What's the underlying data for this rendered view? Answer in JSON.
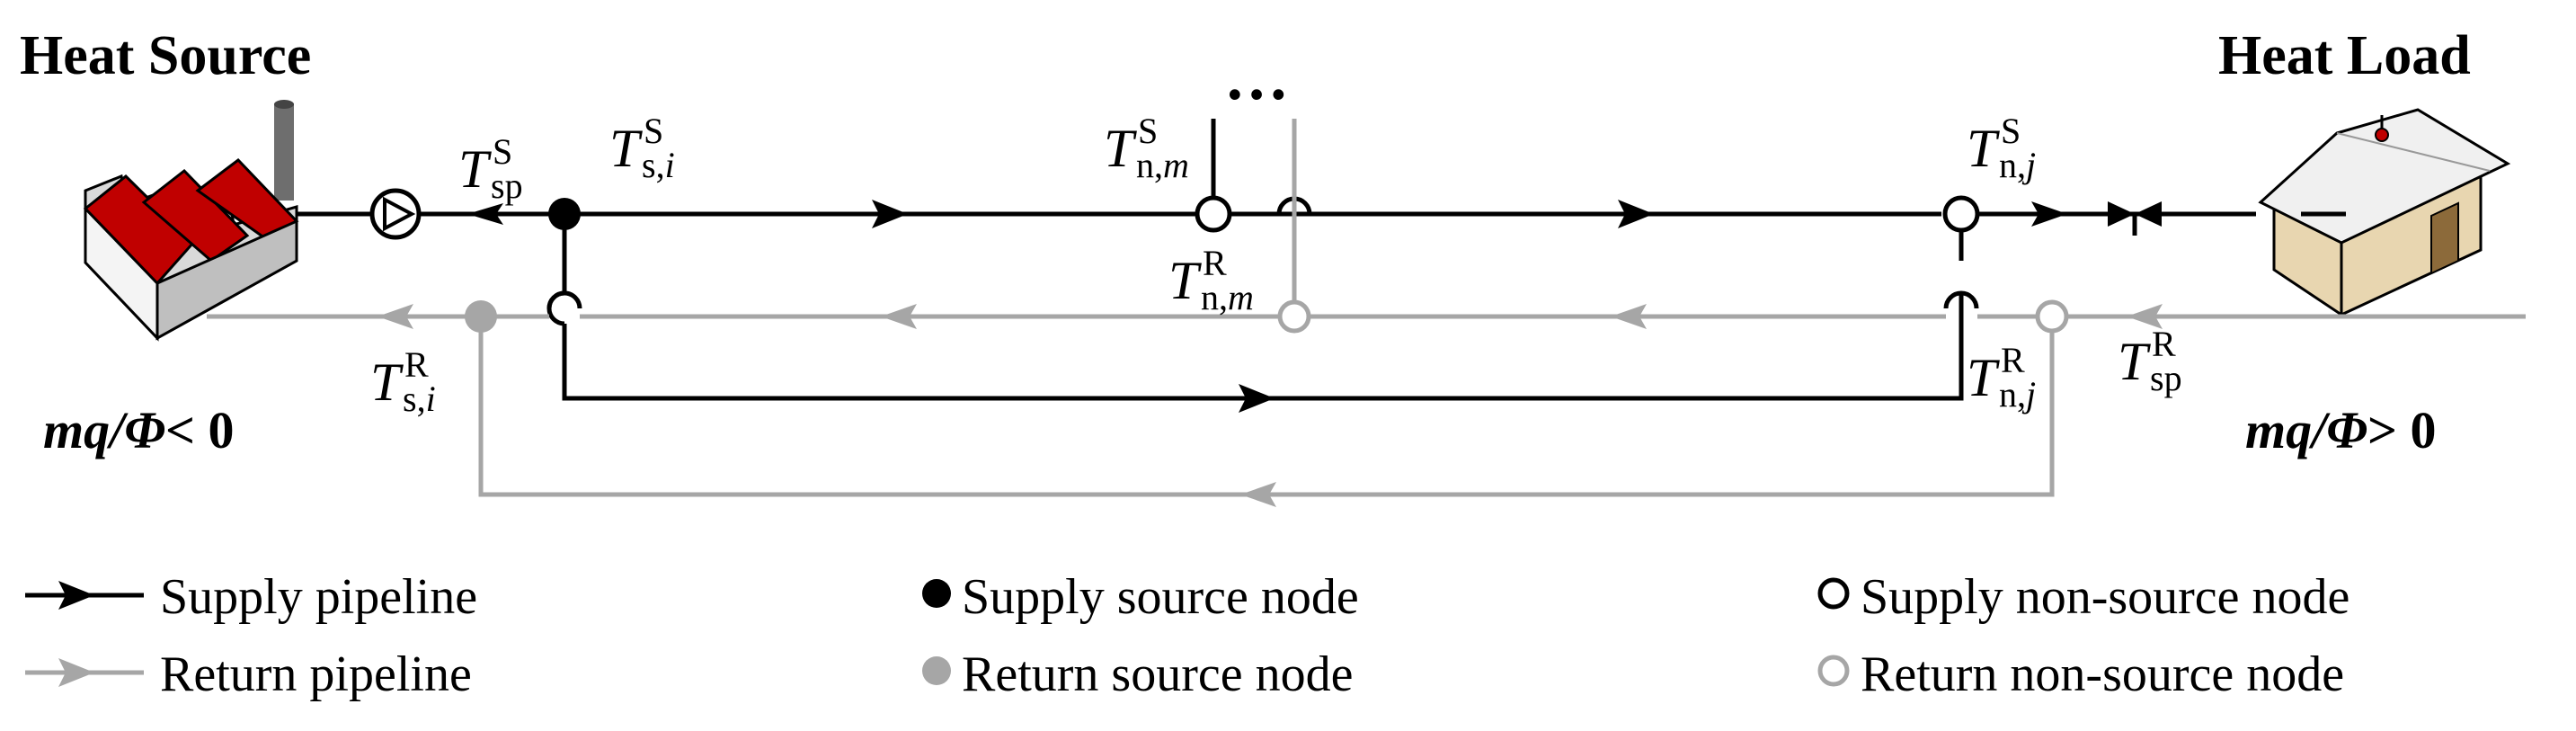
{
  "colors": {
    "supply": "#000000",
    "return": "#a6a6a6",
    "roof": "#c00000",
    "house_wall": "#e8d6b0",
    "house_roof": "#f0f0f0",
    "chimney": "#6e6e6e"
  },
  "titles": {
    "source": "Heat Source",
    "load": "Heat Load"
  },
  "conditions": {
    "source": {
      "main": "mq/Φ",
      "rest": "< 0"
    },
    "load": {
      "main": "mq/Φ",
      "rest": "> 0"
    }
  },
  "dots": "…",
  "temperature_labels": {
    "t_sp_s": {
      "base": "T",
      "sup": "S",
      "sub": "sp",
      "sub_italic": ""
    },
    "t_s_i_s": {
      "base": "T",
      "sup": "S",
      "sub": "s,",
      "sub_italic": "i"
    },
    "t_n_m_s": {
      "base": "T",
      "sup": "S",
      "sub": "n,",
      "sub_italic": "m"
    },
    "t_n_m_r": {
      "base": "T",
      "sup": "R",
      "sub": "n,",
      "sub_italic": "m"
    },
    "t_n_j_s": {
      "base": "T",
      "sup": "S",
      "sub": "n,",
      "sub_italic": "j"
    },
    "t_s_i_r": {
      "base": "T",
      "sup": "R",
      "sub": "s,",
      "sub_italic": "i"
    },
    "t_n_j_r": {
      "base": "T",
      "sup": "R",
      "sub": "n,",
      "sub_italic": "j"
    },
    "t_sp_r": {
      "base": "T",
      "sup": "R",
      "sub": "sp",
      "sub_italic": ""
    }
  },
  "legend": {
    "supply_pipeline": "Supply pipeline",
    "return_pipeline": "Return pipeline",
    "supply_source_node": "Supply source node",
    "return_source_node": "Return source node",
    "supply_non_source_node": "Supply non-source node",
    "return_non_source_node": "Return non-source node"
  }
}
